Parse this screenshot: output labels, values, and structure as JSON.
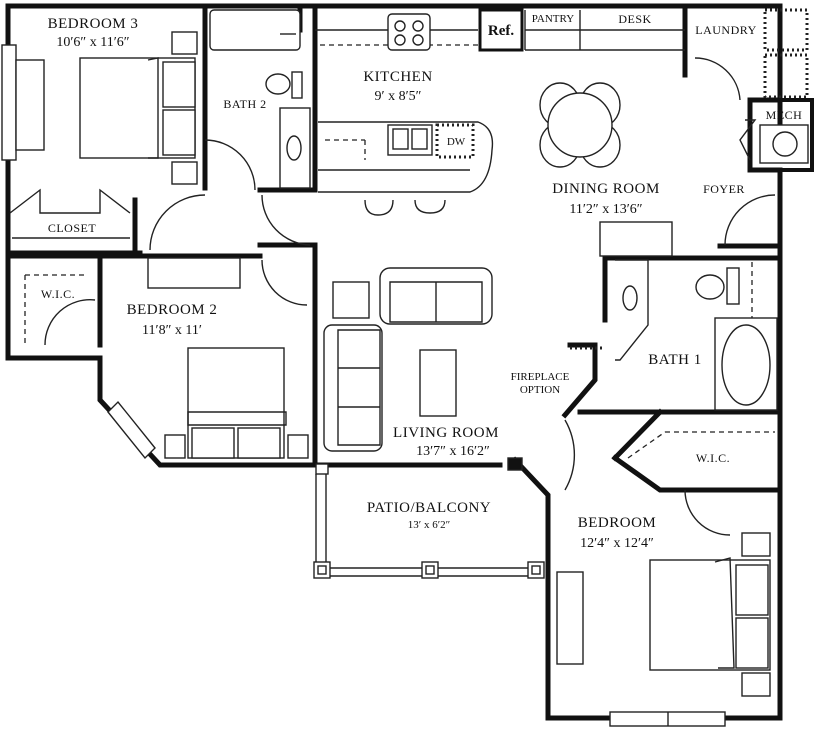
{
  "rooms": {
    "bedroom3": {
      "name": "BEDROOM 3",
      "dim": "10′6″ x 11′6″"
    },
    "bath2": {
      "name": "BATH 2"
    },
    "kitchen": {
      "name": "KITCHEN",
      "dim": "9′ x 8′5″"
    },
    "closet": {
      "name": "CLOSET"
    },
    "ref": {
      "name": "Ref."
    },
    "pantry": {
      "name": "PANTRY"
    },
    "desk": {
      "name": "DESK"
    },
    "laundry": {
      "name": "LAUNDRY"
    },
    "mech": {
      "name": "MECH"
    },
    "dw": {
      "name": "DW"
    },
    "dining": {
      "name": "DINING ROOM",
      "dim": "11′2″ x 13′6″"
    },
    "foyer": {
      "name": "FOYER"
    },
    "wic2": {
      "name": "W.I.C."
    },
    "bedroom2": {
      "name": "BEDROOM 2",
      "dim": "11′8″ x 11′"
    },
    "bath1": {
      "name": "BATH 1"
    },
    "fireplace": {
      "line1": "FIREPLACE",
      "line2": "OPTION"
    },
    "living": {
      "name": "LIVING ROOM",
      "dim": "13′7″ x 16′2″"
    },
    "wic1": {
      "name": "W.I.C."
    },
    "patio": {
      "name": "PATIO/BALCONY",
      "dim": "13′ x 6′2″"
    },
    "bedroom": {
      "name": "BEDROOM",
      "dim": "12′4″ x 12′4″"
    }
  }
}
